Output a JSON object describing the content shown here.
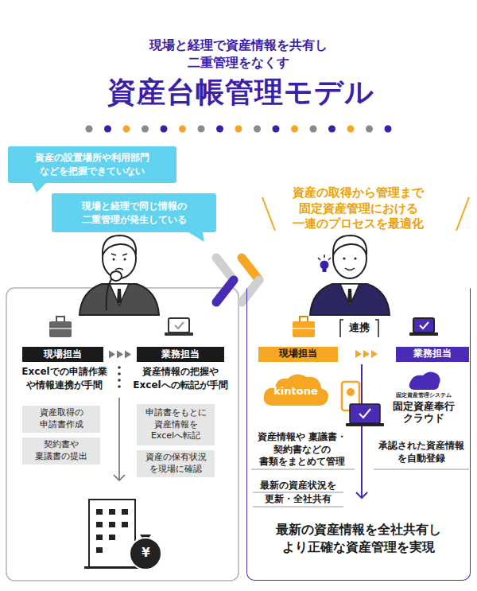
{
  "diagram": {
    "title": "資産台帳管理モデル",
    "nodes": [
      {
        "text": [
          "資産の設置場所や利用部門 などを把握できていない"
        ]
      },
      {
        "text": [
          "現場と経理で同じ情報の 二重管理が発生している"
        ]
      },
      {
        "text": [
          "現場担当"
        ]
      },
      {
        "text": [
          "資産取得の 申請書作成"
        ]
      },
      {
        "text": [
          "契約書や 稟議書の提出"
        ]
      },
      {
        "text": [
          "業務担当"
        ]
      },
      {
        "text": [
          "申請書をもとに 資産情報を Excelへ転記"
        ]
      },
      {
        "text": [
          "資産の保有状況 を現場に確認"
        ]
      },
      {
        "text": [
          "資産の取得から管理まで 固定資産管理における 一連のプロセスを最適化",
          "最新の資産情報を全社共有し より正確な資産管理を実現"
        ]
      },
      {
        "text": [
          "現場担当"
        ],
        "in": 8
      },
      {
        "text": [
          "業務担当"
        ],
        "in": 8
      }
    ],
    "edges": [
      {
        "from": 2,
        "to": 5,
        "arrow": "to"
      },
      {
        "from": 9,
        "to": 10,
        "arrow": "to"
      }
    ],
    "labels": [
      "現場と経理で資産情報を共有し 二重管理をなくす",
      "Excelでの申請作業 や情報連携が手間",
      "資産情報の把握や Excelへの転記が手間",
      "連携",
      "kintone",
      "資産情報や 稟議書・契約書などの 書類をまとめて管理",
      "最新の資産状況を 更新・全社共有",
      "固定資産管理システム",
      "固定資産奉行",
      "クラウド",
      "承認された資産情報 を自動登録",
      "¥"
    ]
  }
}
